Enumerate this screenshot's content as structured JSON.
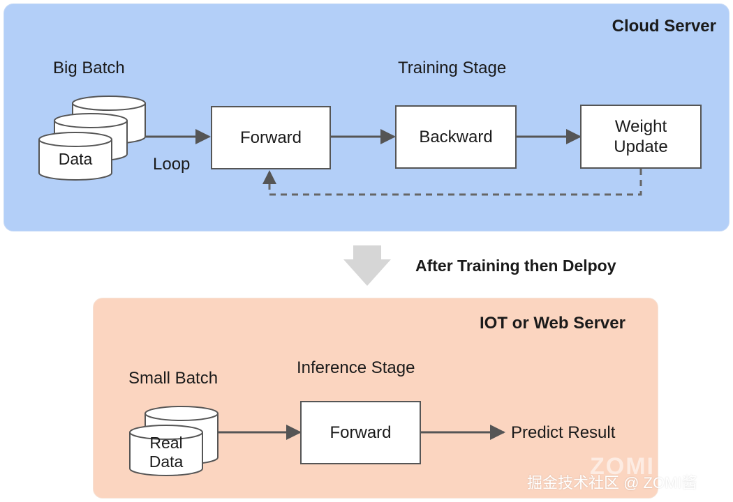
{
  "cloud": {
    "title": "Cloud Server",
    "batch_label": "Big Batch",
    "stage_label": "Training Stage",
    "data_label": "Data",
    "loop_label": "Loop",
    "forward": "Forward",
    "backward": "Backward",
    "weight_update": [
      "Weight",
      "Update"
    ]
  },
  "transition": {
    "label": "After Training then Delpoy"
  },
  "edge": {
    "title": "IOT or Web Server",
    "batch_label": "Small Batch",
    "stage_label": "Inference Stage",
    "data_label": [
      "Real",
      "Data"
    ],
    "forward": "Forward",
    "result": "Predict Result"
  },
  "watermark": {
    "text": "掘金技术社区 @ ZOMI酱",
    "ghost": "ZOMI"
  },
  "colors": {
    "cloud_panel": "#b3cff8",
    "edge_panel": "#fbd5c0",
    "arrow": "#555555",
    "transition_arrow": "#d6d6d6"
  }
}
